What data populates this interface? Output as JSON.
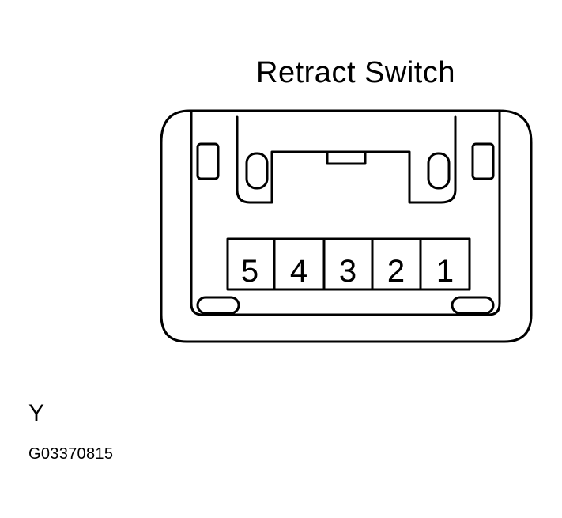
{
  "title": "Retract Switch",
  "connector": {
    "pins": [
      "5",
      "4",
      "3",
      "2",
      "1"
    ]
  },
  "color_code": "Y",
  "figure_id": "G03370815",
  "colors": {
    "line": "#000000",
    "background": "#ffffff"
  }
}
